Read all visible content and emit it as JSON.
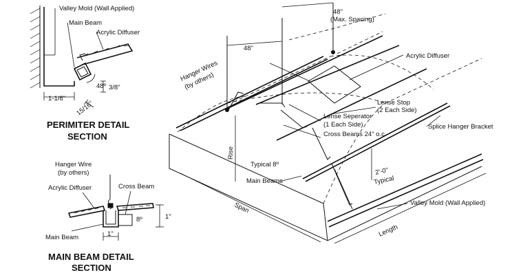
{
  "perimeter": {
    "valley_mold": "Valley Mold (Wall Applied)",
    "main_beam": "Main Beam",
    "acrylic_diffuser": "Acrylic Diffuser",
    "dim_1": "1-1/8\"",
    "dim_angle": "48º",
    "dim_2": "3/8\"",
    "dim_3": "15/16\"",
    "title_line1": "PERIMITER DETAIL",
    "title_line2": "SECTION"
  },
  "mainbeam": {
    "hanger_wire_1": "Hanger Wire",
    "hanger_wire_2": "(by others)",
    "acrylic_diffuser": "Acrylic Diffuser",
    "cross_beam": "Cross Beam",
    "angle": "8º",
    "dim_right": "1\"",
    "dim_bottom": "1\"",
    "main_beam": "Main Beam",
    "title_line1": "MAIN BEAM DETAIL",
    "title_line2": "SECTION"
  },
  "iso": {
    "max_spacing_1": "48\"",
    "max_spacing_2": "(Max. Spacing)",
    "spacing_48": "48\"",
    "hanger_wires_1": "Hanger Wires",
    "hanger_wires_2": "(by others)",
    "acrylic_diffuser": "Acrylic Diffuser",
    "lense_stop_1": "Lense Stop",
    "lense_stop_2": "(2 Each Side)",
    "lense_separator_1": "Lense Seperator",
    "lense_separator_2": "(1 Each Side)",
    "cross_beams": "Cross Beams 24\" o.c.",
    "splice_hanger": "Splice Hanger Bracket",
    "rise": "Rise",
    "typical_8": "Typical 8º",
    "main_beams": "Main Beams",
    "dim_2ft_1": "2'-0\"",
    "dim_2ft_2": "Typical",
    "span": "Span",
    "valley_mold": "Valley Mold (Wall Applied)",
    "length": "Length"
  }
}
